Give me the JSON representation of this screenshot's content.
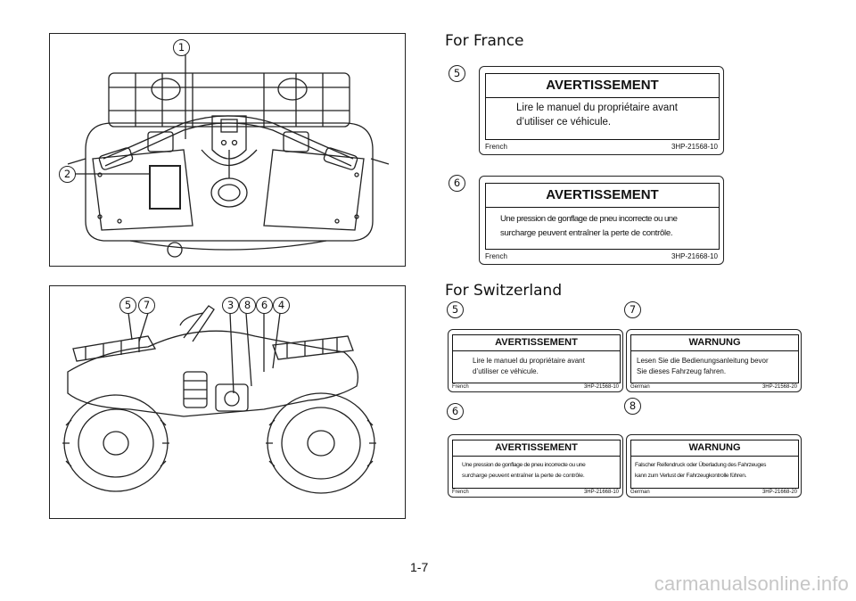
{
  "figure_top": {
    "callouts": [
      "1",
      "2"
    ]
  },
  "figure_side": {
    "callouts": [
      "5",
      "7",
      "3",
      "8",
      "6",
      "4"
    ]
  },
  "france": {
    "heading": "For France",
    "labels": [
      {
        "num": "5",
        "title": "AVERTISSEMENT",
        "line1": "Lire le manuel du propriétaire avant",
        "line2": "d’utiliser ce véhicule.",
        "lang": "French",
        "code": "3HP-21568-10"
      },
      {
        "num": "6",
        "title": "AVERTISSEMENT",
        "line1": "Une pression de gonflage de pneu incorrecte ou une",
        "line2": "surcharge peuvent entraîner la perte de contrôle.",
        "lang": "French",
        "code": "3HP-21668-10"
      }
    ]
  },
  "switzerland": {
    "heading": "For Switzerland",
    "labels": [
      {
        "num": "5",
        "title": "AVERTISSEMENT",
        "line1": "Lire le manuel du propriétaire avant",
        "line2": "d’utiliser ce véhicule.",
        "lang": "French",
        "code": "3HP-21568-10"
      },
      {
        "num": "7",
        "title": "WARNUNG",
        "line1": "Lesen Sie die Bedienungsanleitung bevor",
        "line2": "Sie dieses Fahrzeug fahren.",
        "lang": "German",
        "code": "3HP-21568-20"
      },
      {
        "num": "6",
        "title": "AVERTISSEMENT",
        "line1": "Une pression de gonflage de pneu incorrecte ou une",
        "line2": "surcharge peuvent entraîner la perte de contrôle.",
        "lang": "French",
        "code": "3HP-21668-10"
      },
      {
        "num": "8",
        "title": "WARNUNG",
        "line1": "Falscher Reifendruck oder Überladung des Fahrzeuges",
        "line2": "kann zum Verlust der Fahrzeugkontrolle führen.",
        "lang": "German",
        "code": "3HP-21668-20"
      }
    ]
  },
  "page_number": "1-7",
  "watermark": "carmanualsonline.info"
}
